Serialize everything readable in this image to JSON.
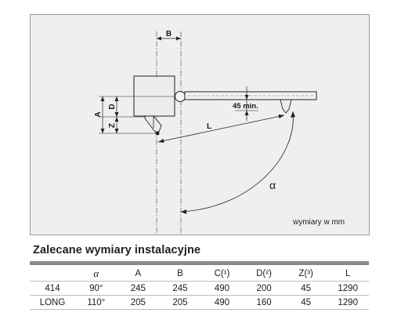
{
  "diagram": {
    "labels": {
      "B": "B",
      "A": "A",
      "D": "D",
      "Z": "Z",
      "L": "L",
      "min45": "45 min.",
      "alpha": "α",
      "units": "wymiary w mm"
    }
  },
  "table": {
    "title": "Zalecane wymiary instalacyjne",
    "headers": [
      "",
      "α",
      "A",
      "B",
      "C(¹)",
      "D(²)",
      "Z(³)",
      "L"
    ],
    "rows": [
      [
        "414",
        "90°",
        "245",
        "245",
        "490",
        "200",
        "45",
        "1290"
      ],
      [
        "LONG",
        "110°",
        "205",
        "205",
        "490",
        "160",
        "45",
        "1290"
      ]
    ]
  }
}
